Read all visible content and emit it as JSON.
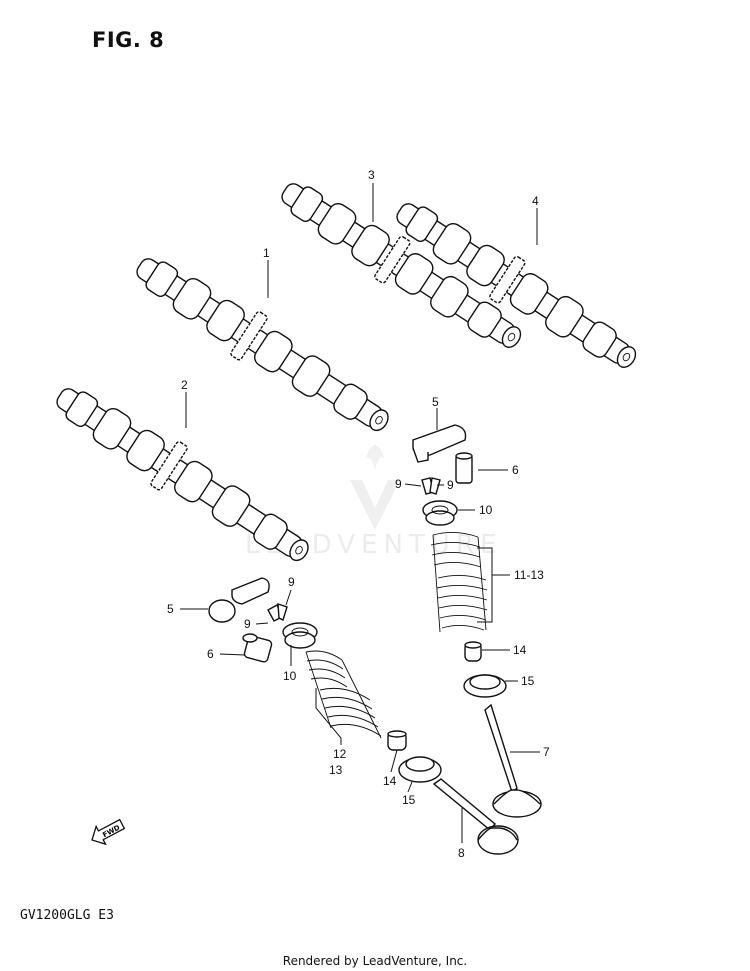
{
  "figure": {
    "title": "FIG. 8",
    "model_code": "GV1200GLG  E3"
  },
  "watermark": {
    "text": "LEADVENTURE",
    "logo": "leadventure-logo-icon"
  },
  "footer": {
    "text": "Rendered by LeadVenture, Inc."
  },
  "callouts": {
    "c1": "1",
    "c2": "2",
    "c3": "3",
    "c4": "4",
    "c5a": "5",
    "c5b": "5",
    "c6a": "6",
    "c6b": "6",
    "c7": "7",
    "c8": "8",
    "c9a": "9",
    "c9b": "9",
    "c9c": "9",
    "c9d": "9",
    "c10a": "10",
    "c10b": "10",
    "c11": "11-13",
    "c12": "12",
    "c13": "13",
    "c14a": "14",
    "c14b": "14",
    "c15a": "15",
    "c15b": "15"
  },
  "fwd_label": "FWD"
}
